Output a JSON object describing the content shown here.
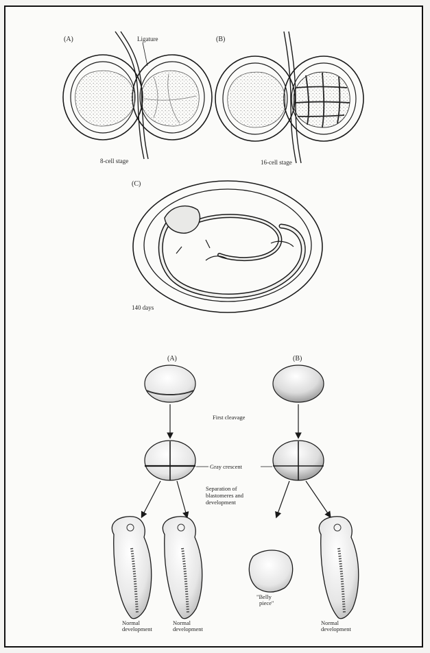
{
  "colors": {
    "ink": "#1a1a1a",
    "paper": "#fbfbf9",
    "stipple": "#9a9a9a",
    "shade": "#d8d8d8"
  },
  "top_figure": {
    "panel_a": {
      "label": "(A)",
      "ligature_label": "Ligature",
      "stage_label": "8-cell stage"
    },
    "panel_b": {
      "label": "(B)",
      "stage_label": "16-cell stage"
    },
    "panel_c": {
      "label": "(C)",
      "caption": "140 days"
    }
  },
  "bottom_figure": {
    "col_a_label": "(A)",
    "col_b_label": "(B)",
    "first_cleavage_label": "First cleavage",
    "gray_crescent_label": "Gray crescent",
    "separation_label": [
      "Separation of",
      "blastomeres and",
      "development"
    ],
    "outcomes": [
      {
        "lines": [
          "Normal",
          "development"
        ]
      },
      {
        "lines": [
          "Normal",
          "development"
        ]
      },
      {
        "lines": [
          "\"Belly",
          "piece\""
        ]
      },
      {
        "lines": [
          "Normal",
          "development"
        ]
      }
    ]
  }
}
